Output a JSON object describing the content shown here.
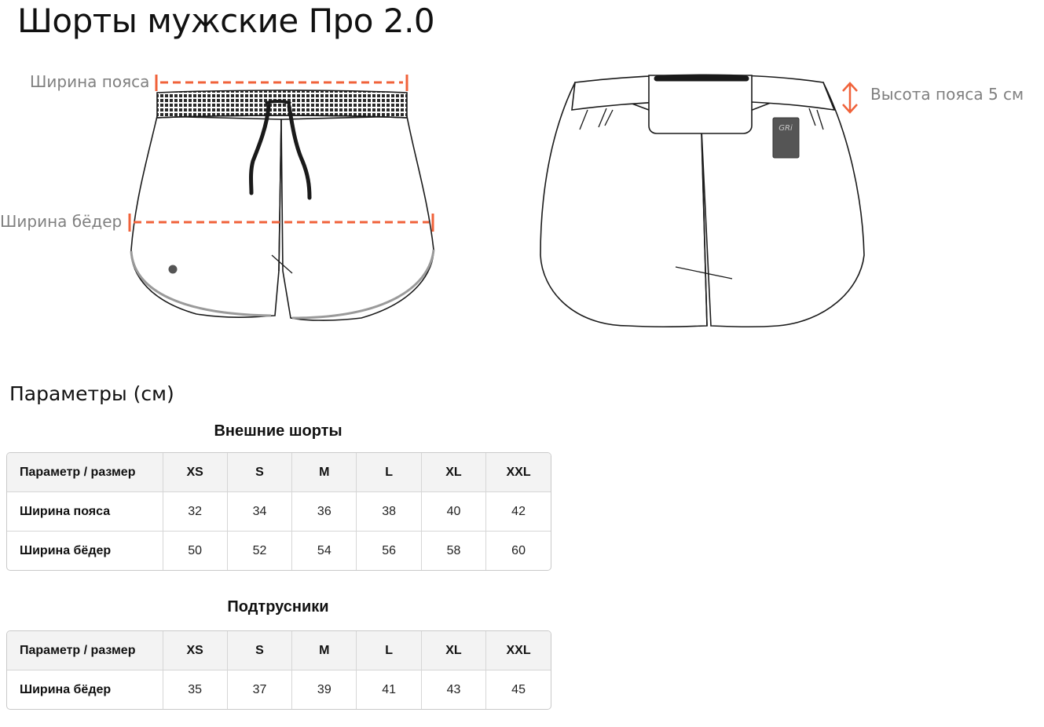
{
  "page": {
    "title": "Шорты мужские Про 2.0"
  },
  "diagram": {
    "labels": {
      "waist_width": "Ширина пояса",
      "hip_width": "Ширина бёдер",
      "waist_height": "Высота пояса 5 см"
    },
    "tag_text": "GRi",
    "accent_color": "#f0623a"
  },
  "params": {
    "title": "Параметры (см)"
  },
  "tables": {
    "outer": {
      "caption": "Внешние шорты",
      "header": [
        "Параметр / размер",
        "XS",
        "S",
        "M",
        "L",
        "XL",
        "XXL"
      ],
      "rows": [
        {
          "label": "Ширина пояса",
          "values": [
            "32",
            "34",
            "36",
            "38",
            "40",
            "42"
          ]
        },
        {
          "label": "Ширина бёдер",
          "values": [
            "50",
            "52",
            "54",
            "56",
            "58",
            "60"
          ]
        }
      ]
    },
    "liner": {
      "caption": "Подтрусники",
      "header": [
        "Параметр / размер",
        "XS",
        "S",
        "M",
        "L",
        "XL",
        "XXL"
      ],
      "rows": [
        {
          "label": "Ширина бёдер",
          "values": [
            "35",
            "37",
            "39",
            "41",
            "43",
            "45"
          ]
        }
      ]
    }
  }
}
